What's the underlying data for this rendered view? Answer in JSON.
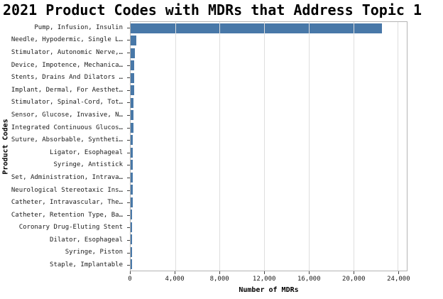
{
  "chart_data": {
    "type": "bar",
    "orientation": "horizontal",
    "title": "2021 Product Codes with MDRs that Address Topic 1",
    "xlabel": "Number of MDRs",
    "ylabel": "Product Codes",
    "xlim": [
      0,
      24800
    ],
    "xticks": [
      0,
      4000,
      8000,
      12000,
      16000,
      20000,
      24000
    ],
    "xtick_labels": [
      "0",
      "4,000",
      "8,000",
      "12,000",
      "16,000",
      "20,000",
      "24,000"
    ],
    "grid": true,
    "legend": false,
    "bar_color": "#4878a8",
    "categories": [
      "Pump, Infusion, Insulin",
      "Needle, Hypodermic, Single L…",
      "Stimulator, Autonomic Nerve,…",
      "Device, Impotence, Mechanica…",
      "Stents, Drains And Dilators …",
      "Implant, Dermal, For Aesthet…",
      "Stimulator, Spinal-Cord, Tot…",
      "Sensor, Glucose, Invasive, N…",
      "Integrated Continuous Glucos…",
      "Suture, Absorbable, Syntheti…",
      "Ligator, Esophageal",
      "Syringe, Antistick",
      "Set, Administration, Intrava…",
      "Neurological Stereotaxic Ins…",
      "Catheter, Intravascular, The…",
      "Catheter, Retention Type, Ba…",
      "Coronary Drug-Eluting Stent",
      "Dilator, Esophageal",
      "Syringe, Piston",
      "Staple, Implantable"
    ],
    "values": [
      22600,
      500,
      380,
      340,
      310,
      290,
      270,
      250,
      235,
      220,
      205,
      195,
      185,
      175,
      165,
      155,
      145,
      135,
      125,
      115
    ]
  }
}
